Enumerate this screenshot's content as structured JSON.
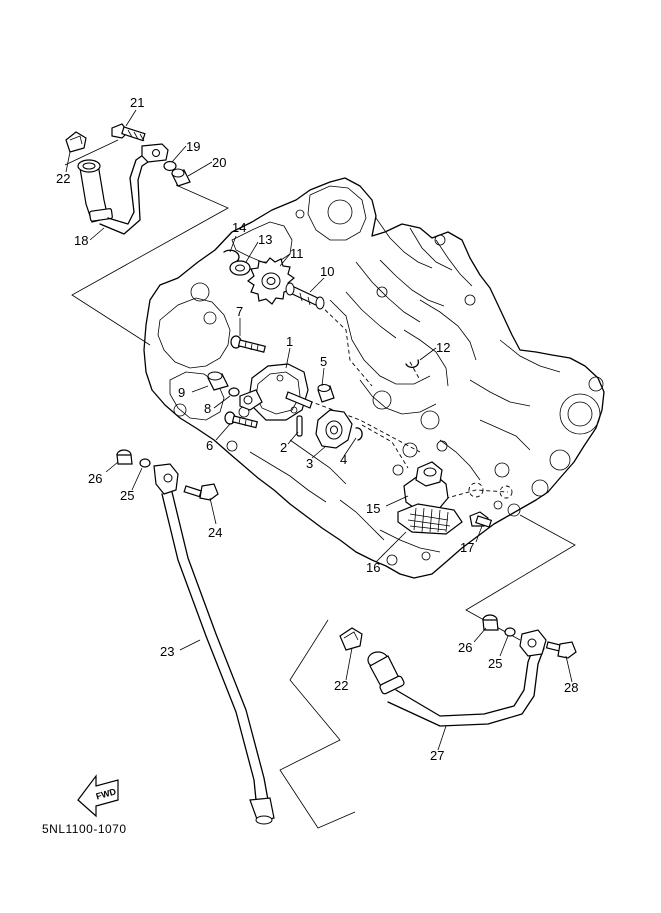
{
  "diagram_code": "5NL1100-1070",
  "fwd_label": "FWD",
  "callouts": [
    {
      "id": "c21a",
      "text": "21"
    },
    {
      "id": "c22a",
      "text": "22"
    },
    {
      "id": "c19",
      "text": "19"
    },
    {
      "id": "c20",
      "text": "20"
    },
    {
      "id": "c18",
      "text": "18"
    },
    {
      "id": "c14",
      "text": "14"
    },
    {
      "id": "c13",
      "text": "13"
    },
    {
      "id": "c11",
      "text": "11"
    },
    {
      "id": "c10",
      "text": "10"
    },
    {
      "id": "c7",
      "text": "7"
    },
    {
      "id": "c1",
      "text": "1"
    },
    {
      "id": "c5",
      "text": "5"
    },
    {
      "id": "c12",
      "text": "12"
    },
    {
      "id": "c9",
      "text": "9"
    },
    {
      "id": "c8",
      "text": "8"
    },
    {
      "id": "c6",
      "text": "6"
    },
    {
      "id": "c2",
      "text": "2"
    },
    {
      "id": "c3",
      "text": "3"
    },
    {
      "id": "c4",
      "text": "4"
    },
    {
      "id": "c26a",
      "text": "26"
    },
    {
      "id": "c25a",
      "text": "25"
    },
    {
      "id": "c24",
      "text": "24"
    },
    {
      "id": "c15",
      "text": "15"
    },
    {
      "id": "c16",
      "text": "16"
    },
    {
      "id": "c17",
      "text": "17"
    },
    {
      "id": "c23",
      "text": "23"
    },
    {
      "id": "c26b",
      "text": "26"
    },
    {
      "id": "c25b",
      "text": "25"
    },
    {
      "id": "c28",
      "text": "28"
    },
    {
      "id": "c22b",
      "text": "22"
    },
    {
      "id": "c27",
      "text": "27"
    }
  ]
}
